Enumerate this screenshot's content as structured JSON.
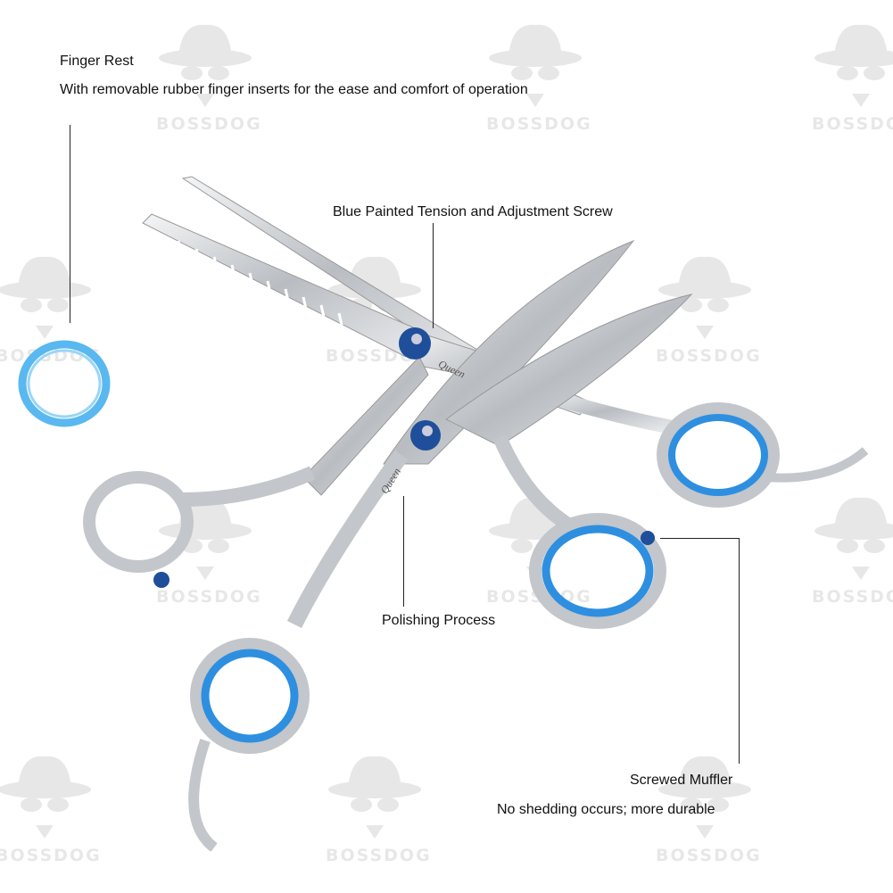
{
  "watermark": {
    "text": "BOSSDOG"
  },
  "callouts": {
    "finger_rest": {
      "title": "Finger Rest",
      "desc": "With removable rubber finger inserts for the ease and comfort of operation"
    },
    "screw": {
      "title": "Blue Painted Tension and Adjustment Screw"
    },
    "polishing": {
      "title": "Polishing Process"
    },
    "muffler": {
      "title": "Screwed Muffler",
      "desc": "No shedding occurs; more durable"
    }
  },
  "engraving": {
    "brand": "Queen"
  },
  "colors": {
    "blue": "#2e8fe0",
    "steel": "#c9ccd0",
    "screw": "#1f4f9a"
  }
}
